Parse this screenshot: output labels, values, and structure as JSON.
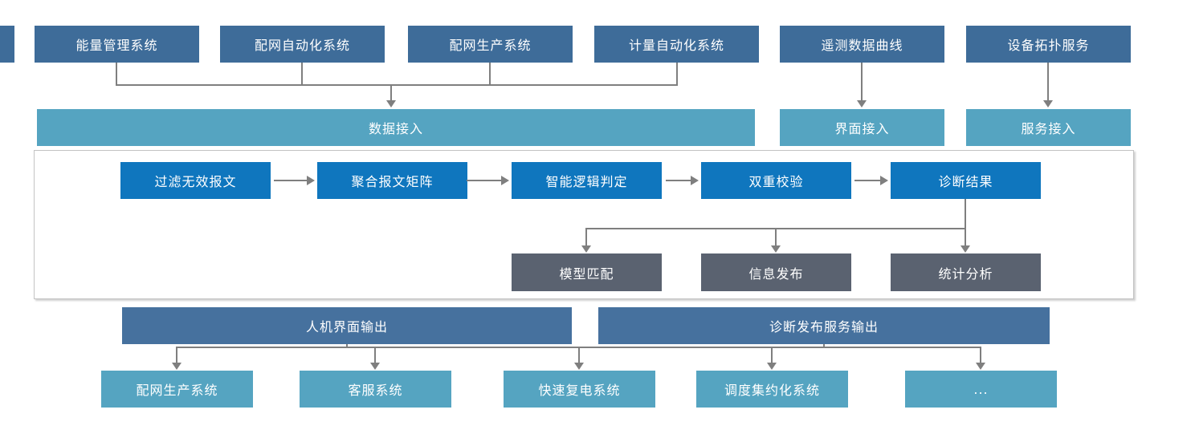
{
  "colors": {
    "steel": "#3E6C99",
    "steel2": "#46719E",
    "teal": "#55A4C1",
    "blue": "#0F76BE",
    "slate": "#5A6270",
    "line": "#7F7F7F",
    "border": "#C3C3C3"
  },
  "sources": {
    "items": [
      "能量管理系统",
      "配网自动化系统",
      "配网生产系统",
      "计量自动化系统",
      "遥测数据曲线",
      "设备拓扑服务"
    ]
  },
  "access": {
    "data": "数据接入",
    "ui": "界面接入",
    "service": "服务接入"
  },
  "pipeline": {
    "steps": [
      "过滤无效报文",
      "聚合报文矩阵",
      "智能逻辑判定",
      "双重校验",
      "诊断结果"
    ]
  },
  "analysis": {
    "items": [
      "模型匹配",
      "信息发布",
      "统计分析"
    ]
  },
  "outputs": {
    "items": [
      "人机界面输出",
      "诊断发布服务输出"
    ]
  },
  "consumers": {
    "items": [
      "配网生产系统",
      "客服系统",
      "快速复电系统",
      "调度集约化系统",
      "..."
    ]
  }
}
